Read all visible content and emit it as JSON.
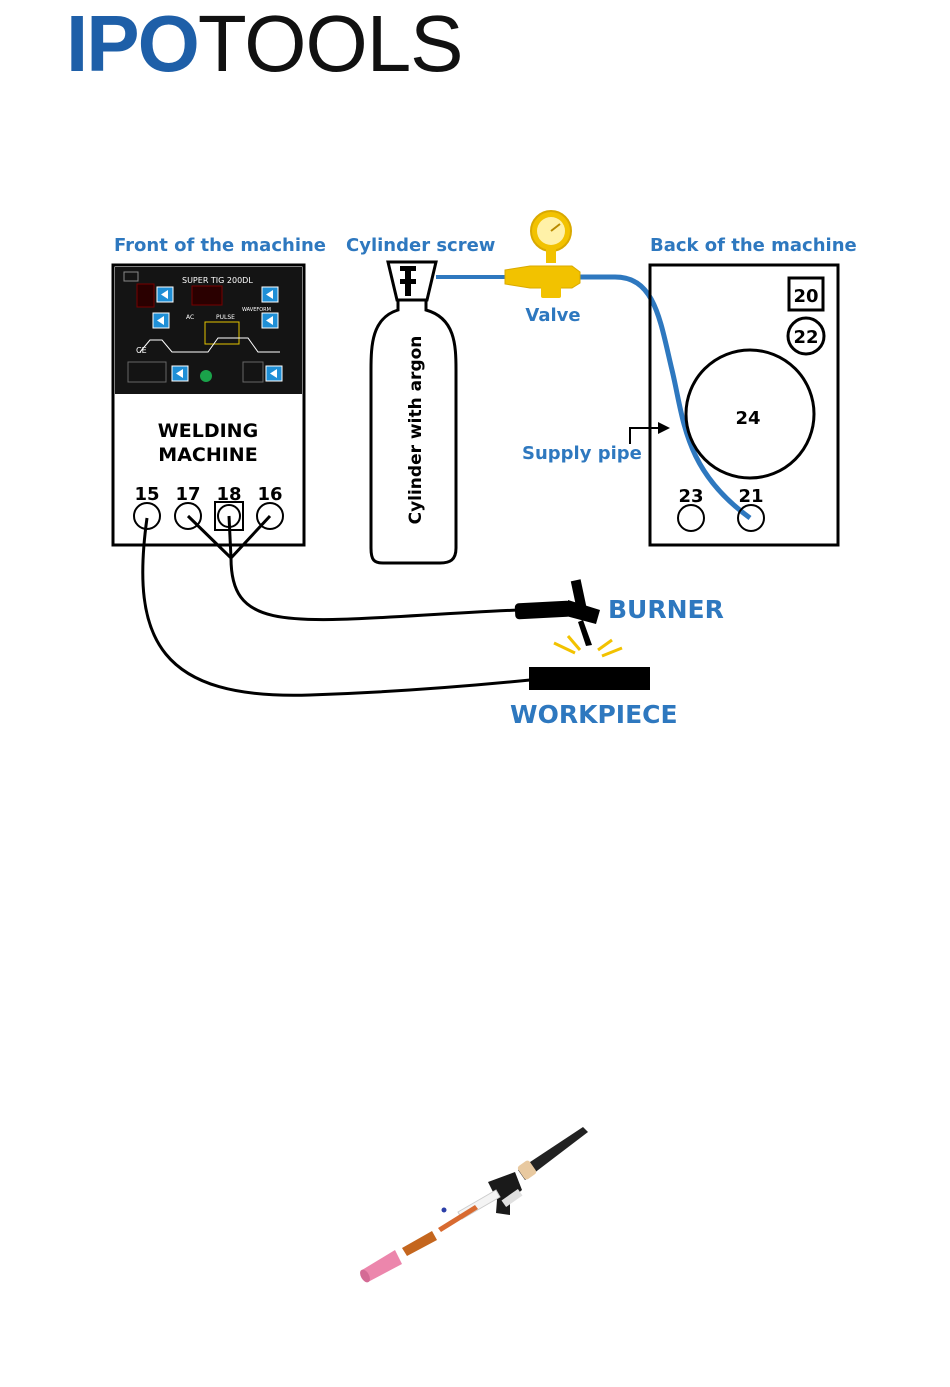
{
  "logo": {
    "part1": "IPO",
    "part2": "TOOLS"
  },
  "labels": {
    "front": "Front of the machine",
    "cylinder_screw": "Cylinder screw",
    "back": "Back of the machine",
    "valve": "Valve",
    "supply_pipe": "Supply pipe",
    "cylinder": "Cylinder with argon",
    "machine_line1": "WELDING",
    "machine_line2": "MACHINE",
    "burner": "BURNER",
    "workpiece": "WORKPIECE"
  },
  "panel": {
    "model": "SUPER TIG 200DL",
    "ac": "AC",
    "pulse": "PULSE",
    "waveform": "WAVEFORM",
    "ce": "CE"
  },
  "front_ports": [
    "15",
    "17",
    "18",
    "16"
  ],
  "back_ports": {
    "p20": "20",
    "p22": "22",
    "p24": "24",
    "p23": "23",
    "p21": "21"
  },
  "colors": {
    "accent_blue": "#2e78bf",
    "logo_blue": "#1e5fa8",
    "gauge_yellow": "#f2c200",
    "button_blue": "#1f8fd6"
  }
}
